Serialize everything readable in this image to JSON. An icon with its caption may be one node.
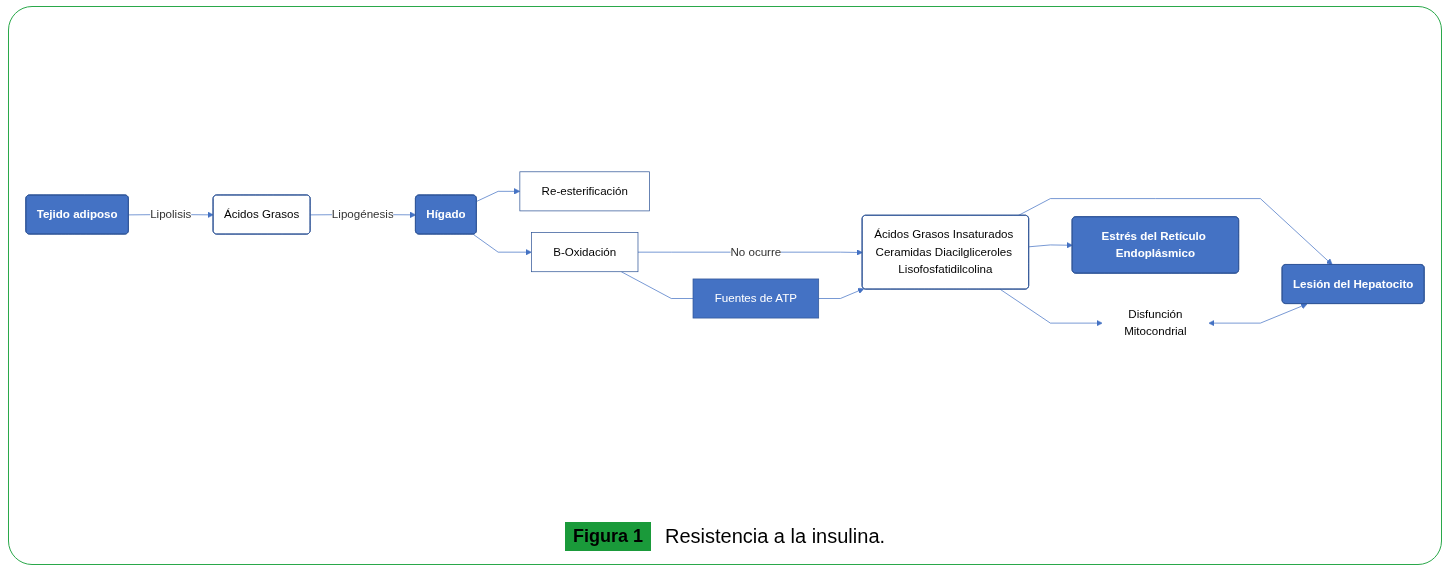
{
  "diagram": {
    "caption": "Resistencia a la insulina.",
    "nodes": [
      {
        "text": [
          "Ácidos Grasos"
        ]
      },
      {
        "text": [
          "Lesión del Hepatocito"
        ]
      },
      {
        "text": [
          "Hígado"
        ]
      },
      {
        "text": [
          "Re-esterificación"
        ]
      },
      {
        "text": [
          "B-Oxidación"
        ]
      },
      {
        "text": [
          "Disfunción",
          "Mitocondrial"
        ]
      },
      {
        "text": [
          "Fuentes de ATP"
        ]
      },
      {
        "text": [
          "Tejido adiposo"
        ]
      },
      {
        "text": [
          "Estrés del Retículo Endoplásmico"
        ]
      },
      {
        "text": [
          "Ácidos Grasos Insaturados Ceramidas Diacilgliceroles Lisofosfatidilcolina"
        ]
      }
    ],
    "edges": [
      {
        "from": 7,
        "to": 0,
        "arrow": "to",
        "label": "Lipolisis"
      },
      {
        "from": 0,
        "to": 2,
        "arrow": "to",
        "label": "Lipogénesis"
      },
      {
        "from": 2,
        "to": 3,
        "arrow": "to"
      },
      {
        "from": 2,
        "to": 4,
        "arrow": "to"
      },
      {
        "from": 4,
        "to": 6,
        "arrow": "none"
      },
      {
        "from": 4,
        "to": 9,
        "arrow": "to",
        "label": "No ocurre"
      },
      {
        "from": 6,
        "to": 9,
        "arrow": "to"
      },
      {
        "from": 9,
        "to": 5,
        "arrow": "to"
      },
      {
        "from": 9,
        "to": 8,
        "arrow": "to"
      },
      {
        "from": 9,
        "to": 1,
        "arrow": "to"
      },
      {
        "from": 5,
        "to": 1,
        "arrow": "both"
      }
    ],
    "labels": [
      "Figura 1"
    ]
  }
}
